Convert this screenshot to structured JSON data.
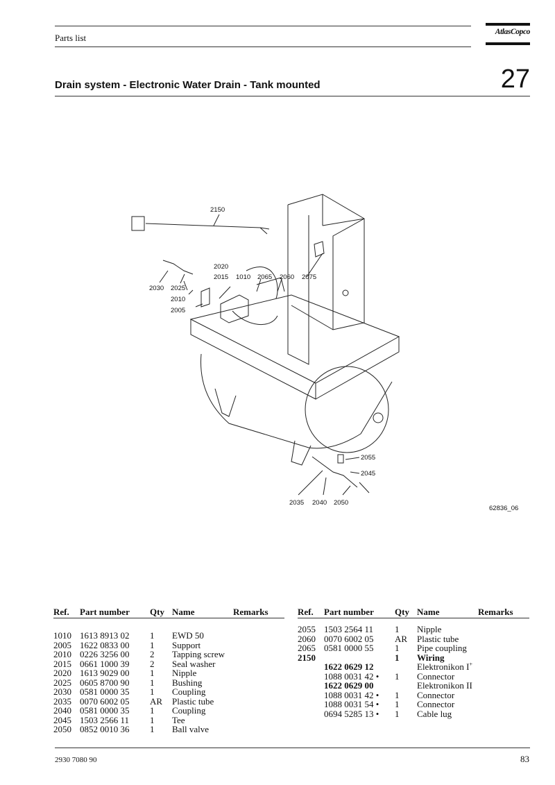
{
  "header": {
    "label": "Parts list",
    "brand": "AtlasCopco"
  },
  "section": {
    "title": "Drain system - Electronic Water Drain - Tank mounted",
    "number": "27"
  },
  "drawing": {
    "callouts": [
      "2150",
      "2020",
      "2015",
      "1010",
      "2065",
      "2060",
      "2075",
      "2030",
      "2025",
      "2010",
      "2005",
      "2055",
      "2045",
      "2035",
      "2040",
      "2050"
    ],
    "figure_id": "62836_06"
  },
  "table_headers": {
    "ref": "Ref.",
    "part_number": "Part number",
    "qty": "Qty",
    "name": "Name",
    "remarks": "Remarks"
  },
  "parts_left": [
    {
      "ref": "1010",
      "part": "1613 8913 02",
      "qty": "1",
      "name": "EWD 50"
    },
    {
      "ref": "2005",
      "part": "1622 0833 00",
      "qty": "1",
      "name": "Support"
    },
    {
      "ref": "2010",
      "part": "0226 3256 00",
      "qty": "2",
      "name": "Tapping screw"
    },
    {
      "ref": "2015",
      "part": "0661 1000 39",
      "qty": "2",
      "name": "Seal washer"
    },
    {
      "ref": "2020",
      "part": "1613 9029 00",
      "qty": "1",
      "name": "Nipple"
    },
    {
      "ref": "2025",
      "part": "0605 8700 90",
      "qty": "1",
      "name": "Bushing"
    },
    {
      "ref": "2030",
      "part": "0581 0000 35",
      "qty": "1",
      "name": "Coupling"
    },
    {
      "ref": "2035",
      "part": "0070 6002 05",
      "qty": "AR",
      "name": "Plastic tube"
    },
    {
      "ref": "2040",
      "part": "0581 0000 35",
      "qty": "1",
      "name": "Coupling"
    },
    {
      "ref": "2045",
      "part": "1503 2566 11",
      "qty": "1",
      "name": "Tee"
    },
    {
      "ref": "2050",
      "part": "0852 0010 36",
      "qty": "1",
      "name": "Ball valve"
    }
  ],
  "parts_right": [
    {
      "ref": "2055",
      "part": "1503 2564 11",
      "qty": "1",
      "name": "Nipple"
    },
    {
      "ref": "2060",
      "part": "0070 6002 05",
      "qty": "AR",
      "name": "Plastic tube"
    },
    {
      "ref": "2065",
      "part": "0581 0000 55",
      "qty": "1",
      "name": "Pipe coupling"
    },
    {
      "ref": "2150",
      "part": "",
      "qty": "1",
      "name": "Wiring",
      "bold": true
    },
    {
      "ref": "",
      "part": "1622 0629 12",
      "qty": "",
      "name": "Elektronikon I",
      "name_sup": "+",
      "part_bold": true
    },
    {
      "ref": "",
      "part": "1088 0031 42 •",
      "qty": "1",
      "name": "Connector"
    },
    {
      "ref": "",
      "part": "1622 0629 00",
      "qty": "",
      "name": "Elektronikon II",
      "part_bold": true
    },
    {
      "ref": "",
      "part": "1088 0031 42 •",
      "qty": "1",
      "name": "Connector"
    },
    {
      "ref": "",
      "part": "1088 0031 54 •",
      "qty": "1",
      "name": "Connector"
    },
    {
      "ref": "",
      "part": "0694 5285 13 •",
      "qty": "1",
      "name": "Cable lug"
    }
  ],
  "footer": {
    "doc_number": "2930 7080 90",
    "page": "83"
  }
}
